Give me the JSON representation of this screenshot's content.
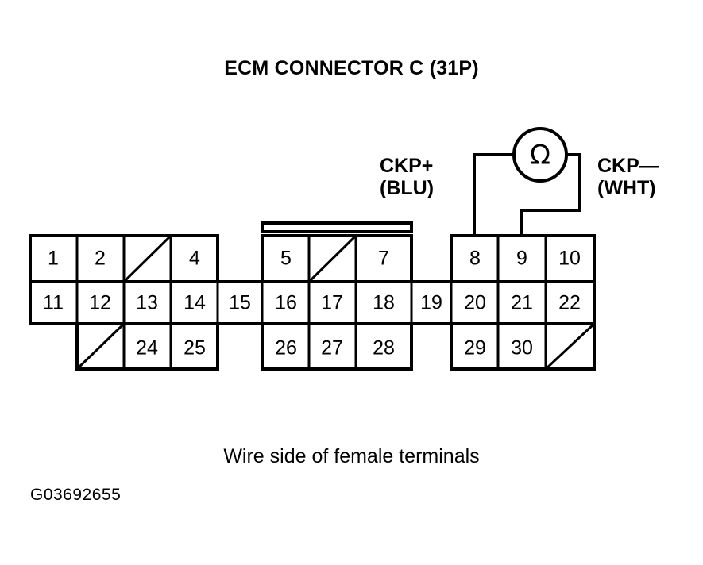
{
  "title": "ECM CONNECTOR C (31P)",
  "caption": "Wire side of female terminals",
  "reference_code": "G03692655",
  "colors": {
    "line": "#000000",
    "background": "#ffffff",
    "text": "#000000"
  },
  "probes": {
    "left": {
      "signal": "CKP+",
      "wire_color": "(BLU)",
      "connects_to_pin": 8
    },
    "right": {
      "signal": "CKP—",
      "wire_color": "(WHT)",
      "connects_to_pin": 9
    }
  },
  "meter": {
    "symbol": "Ω",
    "name": "ohmmeter",
    "shape": "circle"
  },
  "connector": {
    "name": "ECM Connector C",
    "pin_count": "31P",
    "rows": 3,
    "columns": 12,
    "blocks": [
      {
        "name": "left-block",
        "columns": [
          1,
          2,
          3,
          4
        ]
      },
      {
        "name": "middle-block",
        "columns": [
          6,
          7,
          8
        ]
      },
      {
        "name": "right-block",
        "columns": [
          10,
          11,
          12
        ]
      }
    ],
    "grid": [
      [
        {
          "label": "1",
          "type": "pin"
        },
        {
          "label": "2",
          "type": "pin"
        },
        {
          "label": "",
          "type": "blocked"
        },
        {
          "label": "4",
          "type": "pin"
        },
        {
          "label": "",
          "type": "gap"
        },
        {
          "label": "5",
          "type": "pin"
        },
        {
          "label": "",
          "type": "blocked"
        },
        {
          "label": "7",
          "type": "pin"
        },
        {
          "label": "",
          "type": "gap"
        },
        {
          "label": "8",
          "type": "pin"
        },
        {
          "label": "9",
          "type": "pin"
        },
        {
          "label": "10",
          "type": "pin"
        }
      ],
      [
        {
          "label": "11",
          "type": "pin"
        },
        {
          "label": "12",
          "type": "pin"
        },
        {
          "label": "13",
          "type": "pin"
        },
        {
          "label": "14",
          "type": "pin"
        },
        {
          "label": "15",
          "type": "pin"
        },
        {
          "label": "16",
          "type": "pin"
        },
        {
          "label": "17",
          "type": "pin"
        },
        {
          "label": "18",
          "type": "pin"
        },
        {
          "label": "19",
          "type": "pin"
        },
        {
          "label": "20",
          "type": "pin"
        },
        {
          "label": "21",
          "type": "pin"
        },
        {
          "label": "22",
          "type": "pin"
        }
      ],
      [
        {
          "label": "",
          "type": "empty"
        },
        {
          "label": "",
          "type": "blocked"
        },
        {
          "label": "24",
          "type": "pin"
        },
        {
          "label": "25",
          "type": "pin"
        },
        {
          "label": "",
          "type": "empty"
        },
        {
          "label": "26",
          "type": "pin"
        },
        {
          "label": "27",
          "type": "pin"
        },
        {
          "label": "28",
          "type": "pin"
        },
        {
          "label": "",
          "type": "empty"
        },
        {
          "label": "29",
          "type": "pin"
        },
        {
          "label": "30",
          "type": "pin"
        },
        {
          "label": "",
          "type": "blocked"
        }
      ]
    ]
  }
}
